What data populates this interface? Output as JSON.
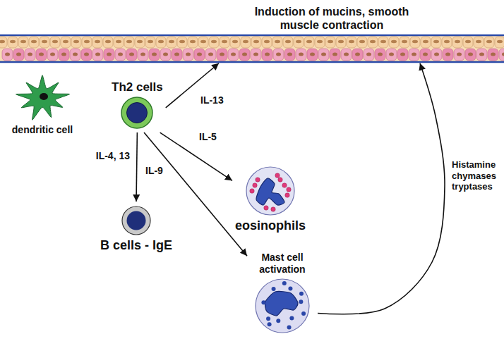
{
  "diagram": {
    "nodes": [
      {
        "text": [
          "Induction of mucins, smooth muscle contraction"
        ]
      },
      {
        "text": [
          "Th2 cells"
        ]
      },
      {
        "text": [
          "dendritic cell"
        ]
      },
      {
        "text": [
          "B cells - IgE"
        ]
      },
      {
        "text": [
          "eosinophils"
        ]
      },
      {
        "text": [
          "Mast cell activation"
        ]
      }
    ],
    "edges": [
      {
        "from": 1,
        "to": 0,
        "arrow": "to",
        "label": "IL-13"
      },
      {
        "from": 1,
        "to": 3,
        "arrow": "to",
        "label": "IL-4, 13"
      },
      {
        "from": 1,
        "to": 4,
        "arrow": "to",
        "label": "IL-5"
      },
      {
        "from": 1,
        "to": 5,
        "arrow": "to",
        "label": "IL-9"
      },
      {
        "from": 5,
        "to": 0,
        "arrow": "to",
        "label": "Histamine chymases tryptases"
      }
    ]
  }
}
